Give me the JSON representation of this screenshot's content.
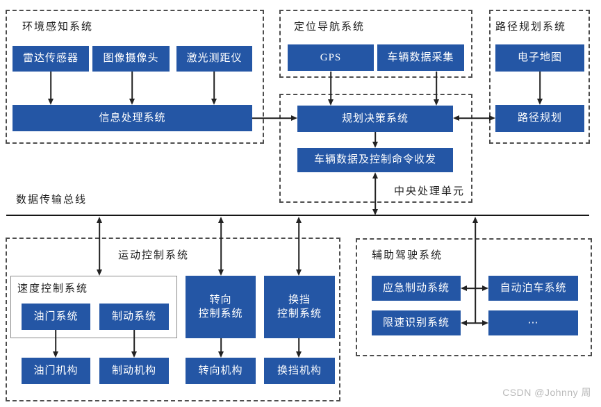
{
  "colors": {
    "node_blue": "#2456A5",
    "node_text": "#ffffff",
    "dashed_border": "#4d4d4d",
    "arrow": "#222222",
    "watermark_gray": "#b9b9b9"
  },
  "bus_label": "数据传输总线",
  "env": {
    "title": "环境感知系统",
    "radar": "雷达传感器",
    "camera": "图像摄像头",
    "laser": "激光测距仪",
    "info": "信息处理系统"
  },
  "nav": {
    "title": "定位导航系统",
    "gps": "GPS",
    "vehicle_data": "车辆数据采集"
  },
  "path": {
    "title": "路径规划系统",
    "emap": "电子地图",
    "plan": "路径规划"
  },
  "cpu": {
    "label": "中央处理单元",
    "decision": "规划决策系统",
    "transceiver": "车辆数据及控制命令收发"
  },
  "motion": {
    "title": "运动控制系统",
    "speed_title": "速度控制系统",
    "throttle_sys": "油门系统",
    "brake_sys": "制动系统",
    "steer_ctrl": "转向\n控制系统",
    "gear_ctrl": "换挡\n控制系统",
    "throttle_mech": "油门机构",
    "brake_mech": "制动机构",
    "steer_mech": "转向机构",
    "gear_mech": "换挡机构"
  },
  "assist": {
    "title": "辅助驾驶系统",
    "emergency": "应急制动系统",
    "autopark": "自动泊车系统",
    "speed_limit": "限速识别系统",
    "more": "⋯"
  },
  "watermark": "CSDN @Johnny 周"
}
